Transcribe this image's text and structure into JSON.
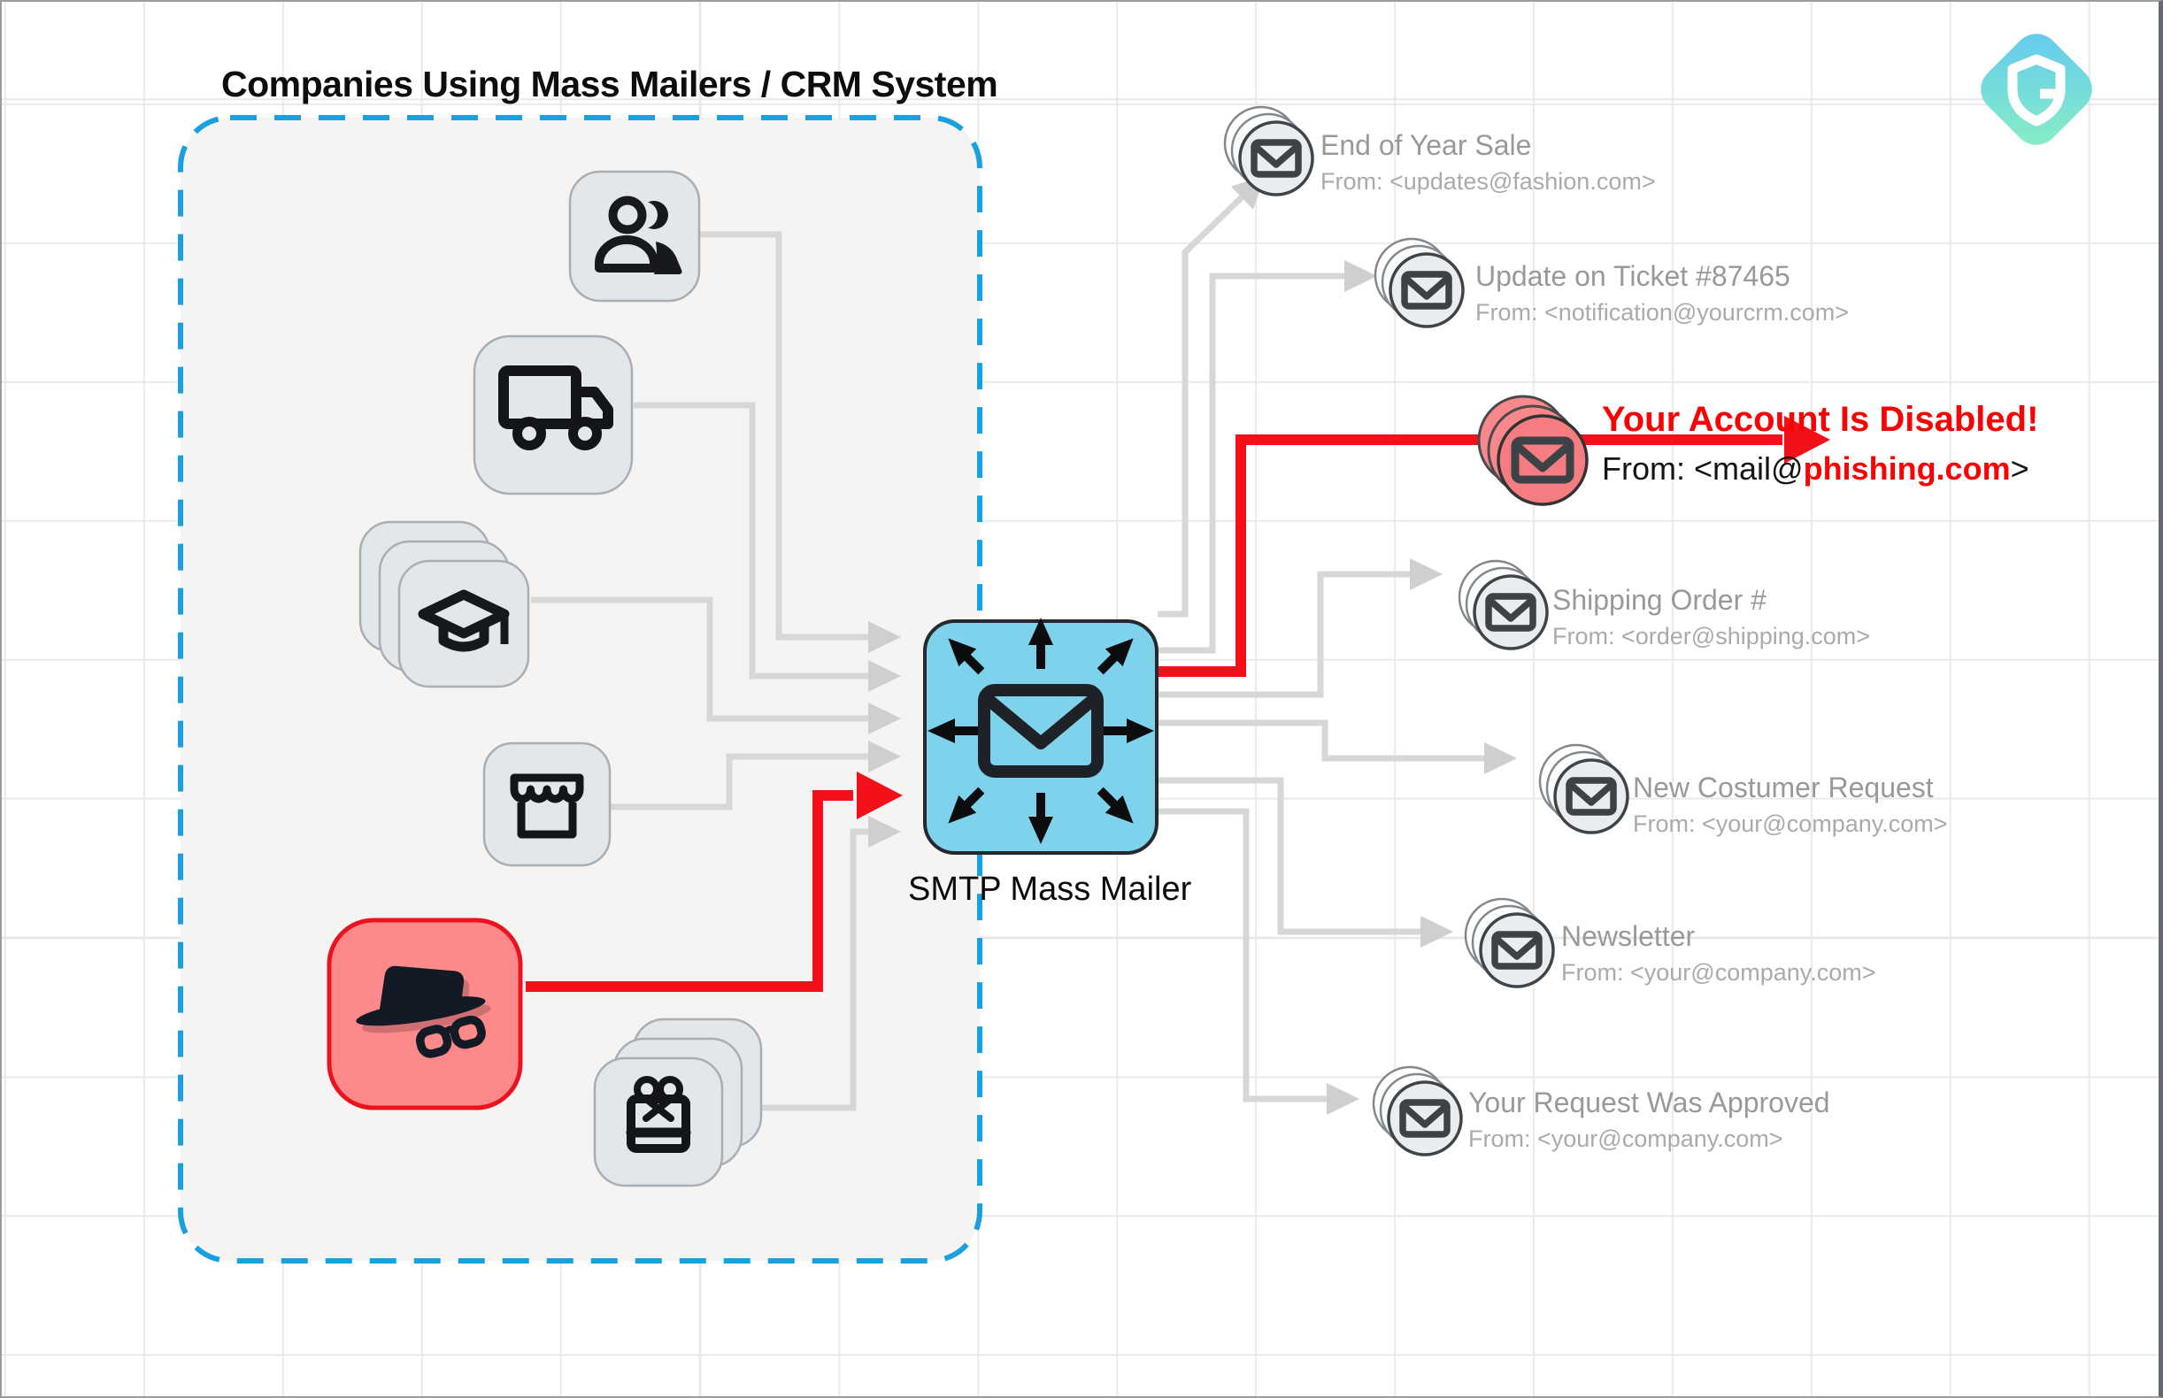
{
  "diagram": {
    "title": "Companies Using Mass Mailers / CRM System",
    "mailer_label": "SMTP Mass Mailer"
  },
  "companies": [
    {
      "name": "customers",
      "icon": "users-icon",
      "stacked": false,
      "threat": false
    },
    {
      "name": "delivery",
      "icon": "truck-icon",
      "stacked": false,
      "threat": false
    },
    {
      "name": "education",
      "icon": "graduation-cap-icon",
      "stacked": true,
      "threat": false
    },
    {
      "name": "retail-store",
      "icon": "storefront-icon",
      "stacked": false,
      "threat": false
    },
    {
      "name": "phisher",
      "icon": "spy-icon",
      "stacked": false,
      "threat": true
    },
    {
      "name": "gift-shop",
      "icon": "gift-icon",
      "stacked": true,
      "threat": false
    }
  ],
  "emails": [
    {
      "title": "End of Year Sale",
      "from": "From: <updates@fashion.com>",
      "status": "legitimate"
    },
    {
      "title": "Update on Ticket #87465",
      "from": "From: <notification@yourcrm.com>",
      "status": "legitimate"
    },
    {
      "title": "Your Account Is Disabled!",
      "from_prefix": "From: <mail@",
      "from_domain": "phishing.com",
      "from_suffix": ">",
      "status": "phishing"
    },
    {
      "title": "Shipping Order #",
      "from": "From: <order@shipping.com>",
      "status": "legitimate"
    },
    {
      "title": "New Costumer Request",
      "from": "From: <your@company.com>",
      "status": "legitimate"
    },
    {
      "title": "Newsletter",
      "from": "From: <your@company.com>",
      "status": "legitimate"
    },
    {
      "title": "Your Request Was Approved",
      "from": "From: <your@company.com>",
      "status": "legitimate"
    }
  ],
  "logo": {
    "name": "shield-logo"
  },
  "colors": {
    "accent_red": "#f2111b",
    "phishing_text_red": "#f80204",
    "mailer_blue": "#7ed2ec",
    "dashed_border_blue": "#19a0df",
    "gray_line": "#d7d7d7",
    "tile_fill": "#e3e7ea",
    "spy_tile_fill": "#fe898b",
    "phishing_circle_fill": "#f57c80",
    "email_circle_fill": "#e9edf0",
    "logo_gradient": [
      "#61c8f2",
      "#8af0c3"
    ]
  }
}
